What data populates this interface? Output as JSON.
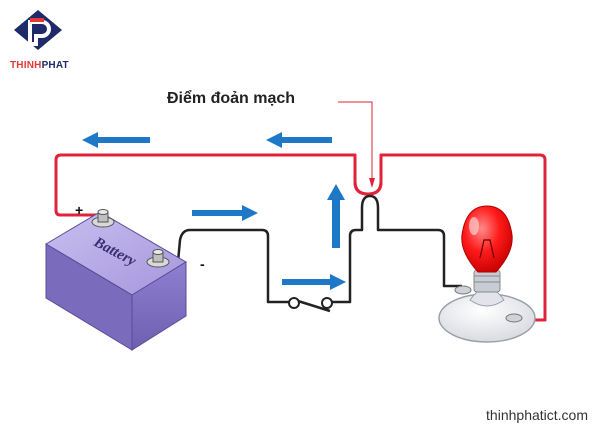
{
  "brand": {
    "name_part1": "THINH",
    "name_part2": "PHAT",
    "logo_letter": "P"
  },
  "labels": {
    "break_point": "Điểm đoản mạch",
    "battery": "Battery",
    "positive": "+",
    "negative": "-"
  },
  "website": "thinhphatict.com",
  "colors": {
    "wire_red": "#e0233a",
    "wire_black": "#222222",
    "arrow_blue": "#1e78c8",
    "battery_purple": "#8e7cc3",
    "bulb_red": "#ff2222",
    "brand_navy": "#1f2a6b",
    "brand_red": "#e53935"
  }
}
